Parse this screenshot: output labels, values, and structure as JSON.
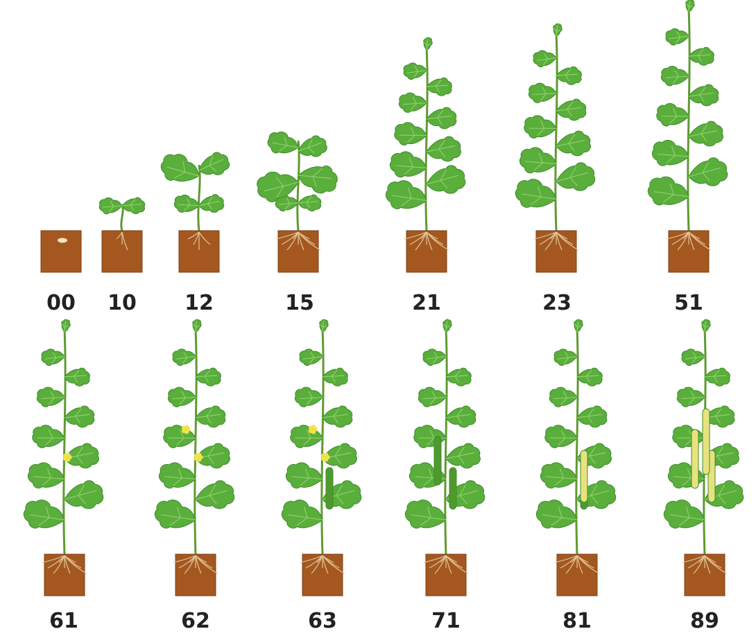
{
  "colors": {
    "soil": "#a4581f",
    "soil_edge": "#7a3f14",
    "root": "#e2c59b",
    "stem": "#5e9a2f",
    "leaf": "#5aae3c",
    "leaf_dark": "#3f8a2b",
    "vein": "#8fd06a",
    "flower": "#f2e24a",
    "fruit_green": "#4f9a2e",
    "fruit_ripe": "#e8e27e",
    "seed": "#f3e6c4",
    "label_text": "#222222"
  },
  "stages": [
    {
      "code": "00",
      "type": "seed"
    },
    {
      "code": "10",
      "type": "cotyledon"
    },
    {
      "code": "12",
      "type": "two-leaf"
    },
    {
      "code": "15",
      "type": "five-leaf"
    },
    {
      "code": "21",
      "type": "vine"
    },
    {
      "code": "23",
      "type": "vine"
    },
    {
      "code": "51",
      "type": "vine"
    },
    {
      "code": "61",
      "type": "flowering",
      "flowers": 1,
      "fruits_green": 0,
      "fruits_ripe": 0
    },
    {
      "code": "62",
      "type": "flowering",
      "flowers": 2,
      "fruits_green": 0,
      "fruits_ripe": 0
    },
    {
      "code": "63",
      "type": "flowering",
      "flowers": 2,
      "fruits_green": 1,
      "fruits_ripe": 0
    },
    {
      "code": "71",
      "type": "fruiting",
      "flowers": 0,
      "fruits_green": 2,
      "fruits_ripe": 0
    },
    {
      "code": "81",
      "type": "fruiting",
      "flowers": 0,
      "fruits_green": 1,
      "fruits_ripe": 1
    },
    {
      "code": "89",
      "type": "fruiting",
      "flowers": 0,
      "fruits_green": 0,
      "fruits_ripe": 3
    }
  ]
}
